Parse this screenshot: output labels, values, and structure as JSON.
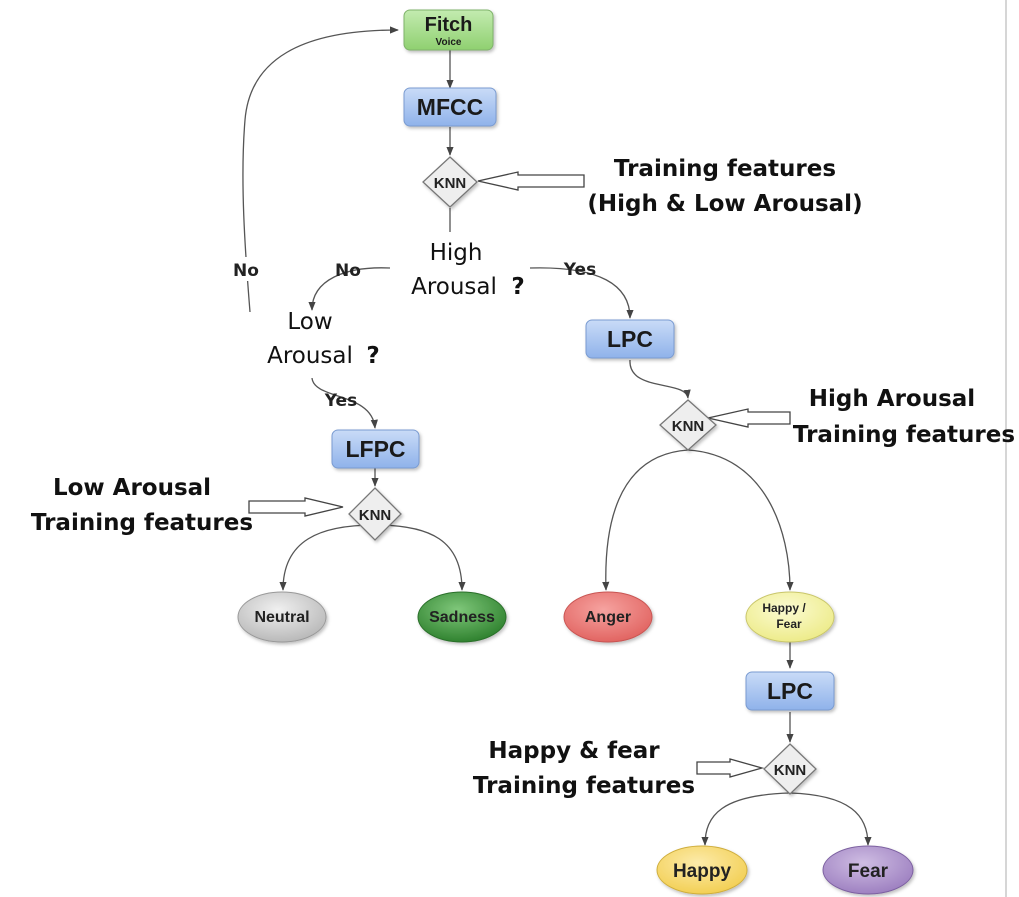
{
  "colors": {
    "start_fill": "#a8dd8c",
    "process_fill": "#a9c4f0",
    "diamond_fill": "#eeeeee",
    "neutral": "#cfcfcf",
    "sadness": "#3e9a3e",
    "anger": "#ec7b78",
    "happy_fear": "#f6f4a6",
    "happy": "#f8dc72",
    "fear": "#b49bd0"
  },
  "nodes": {
    "start": {
      "title": "Fitch",
      "subtitle": "Voice"
    },
    "mfcc": "MFCC",
    "knn_1": "KNN",
    "high_arousal_q": {
      "line1": "High",
      "line2": "Arousal",
      "mark": "?"
    },
    "low_arousal_q": {
      "line1": "Low",
      "line2": "Arousal",
      "mark": "?"
    },
    "lpc_1": "LPC",
    "lfpc": "LFPC",
    "knn_2": "KNN",
    "knn_3": "KNN",
    "lpc_2": "LPC",
    "knn_4": "KNN",
    "neutral": "Neutral",
    "sadness": "Sadness",
    "anger": "Anger",
    "happy_fear": {
      "line1": "Happy /",
      "line2": "Fear"
    },
    "happy": "Happy",
    "fear": "Fear"
  },
  "edge_labels": {
    "no_loop": "No",
    "no_low": "No",
    "yes_high": "Yes",
    "yes_low": "Yes"
  },
  "notes": {
    "training_all": {
      "line1": "Training features",
      "line2": "(High & Low Arousal)"
    },
    "training_high": {
      "line1": "High Arousal",
      "line2": "Training features"
    },
    "training_low": {
      "line1": "Low Arousal",
      "line2": "Training features"
    },
    "training_happy_fear": {
      "line1": "Happy & fear",
      "line2": "Training features"
    }
  }
}
